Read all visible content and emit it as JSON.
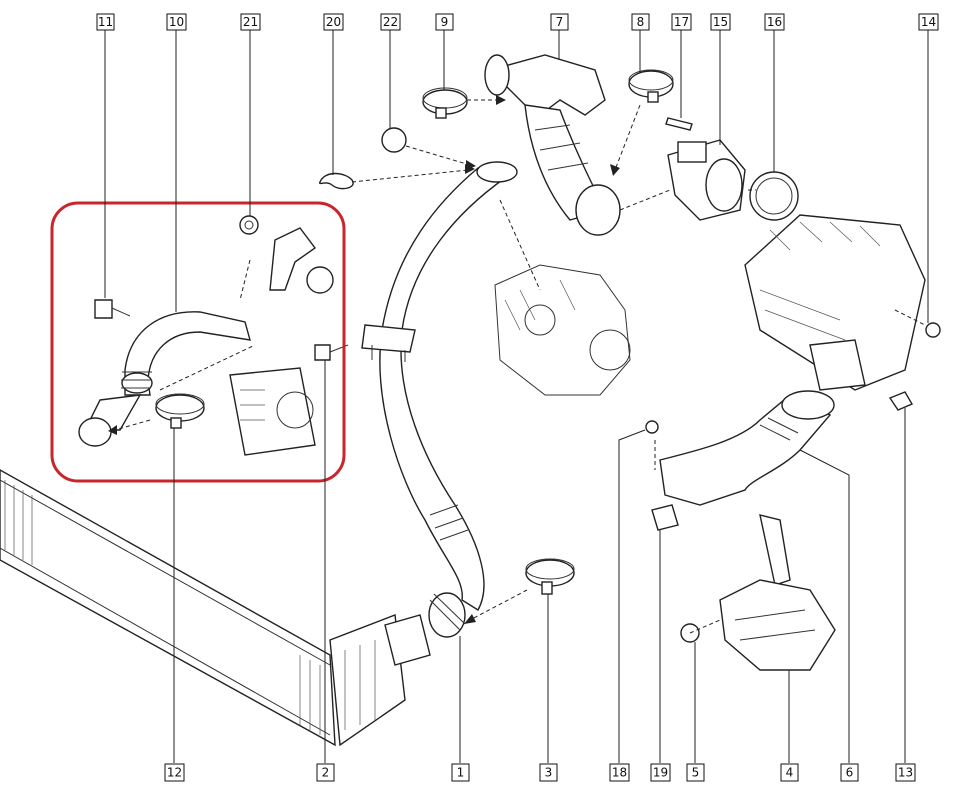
{
  "diagram": {
    "highlight_color": "#c8252c",
    "callouts": {
      "c1": "1",
      "c2": "2",
      "c3": "3",
      "c4": "4",
      "c5": "5",
      "c6": "6",
      "c7": "7",
      "c8": "8",
      "c9": "9",
      "c10": "10",
      "c11": "11",
      "c12": "12",
      "c13": "13",
      "c14": "14",
      "c15": "15",
      "c16": "16",
      "c17": "17",
      "c18": "18",
      "c19": "19",
      "c20": "20",
      "c21": "21",
      "c22": "22"
    }
  }
}
